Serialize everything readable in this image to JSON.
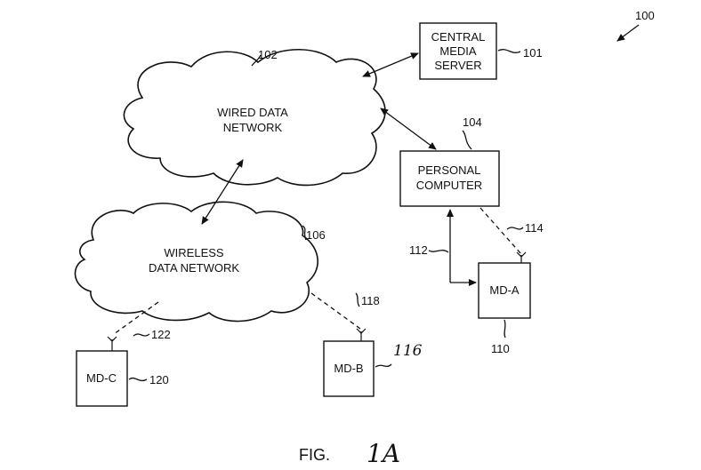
{
  "figure": {
    "label": "FIG.",
    "number": "1A",
    "system_ref": "100"
  },
  "nodes": {
    "central_media_server": {
      "lines": [
        "CENTRAL",
        "MEDIA",
        "SERVER"
      ],
      "ref": "101"
    },
    "wired_data_network": {
      "lines": [
        "WIRED DATA",
        "NETWORK"
      ],
      "ref": "102"
    },
    "personal_computer": {
      "lines": [
        "PERSONAL",
        "COMPUTER"
      ],
      "ref": "104"
    },
    "wireless_data_network": {
      "lines": [
        "WIRELESS",
        "DATA NETWORK"
      ],
      "ref": "106"
    },
    "md_a": {
      "label": "MD-A",
      "ref": "110"
    },
    "md_b": {
      "label": "MD-B",
      "ref": "116"
    },
    "md_c": {
      "label": "MD-C",
      "ref": "120"
    }
  },
  "links": {
    "wired_pc_to_mda": {
      "ref": "112"
    },
    "wireless_pc_to_mda": {
      "ref": "114"
    },
    "wireless_net_to_mdb": {
      "ref": "118"
    },
    "wireless_net_to_mdc": {
      "ref": "122"
    }
  }
}
